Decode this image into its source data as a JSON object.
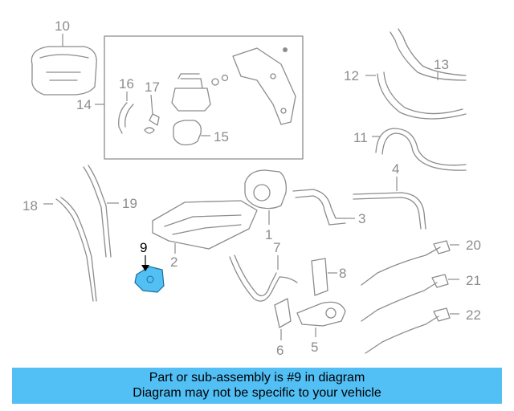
{
  "caption": {
    "line1": "Part or sub-assembly is #9 in diagram",
    "line2": "Diagram may not be specific to your vehicle"
  },
  "callouts": {
    "c1": "1",
    "c2": "2",
    "c3": "3",
    "c4": "4",
    "c5": "5",
    "c6": "6",
    "c7": "7",
    "c8": "8",
    "c9": "9",
    "c10": "10",
    "c11": "11",
    "c12": "12",
    "c13": "13",
    "c14": "14",
    "c15": "15",
    "c16": "16",
    "c17": "17",
    "c18": "18",
    "c19": "19",
    "c20": "20",
    "c21": "21",
    "c22": "22"
  },
  "colors": {
    "highlight_part": "#52bff5",
    "caption_bg": "#52bff5",
    "line": "#8c8c8c"
  }
}
